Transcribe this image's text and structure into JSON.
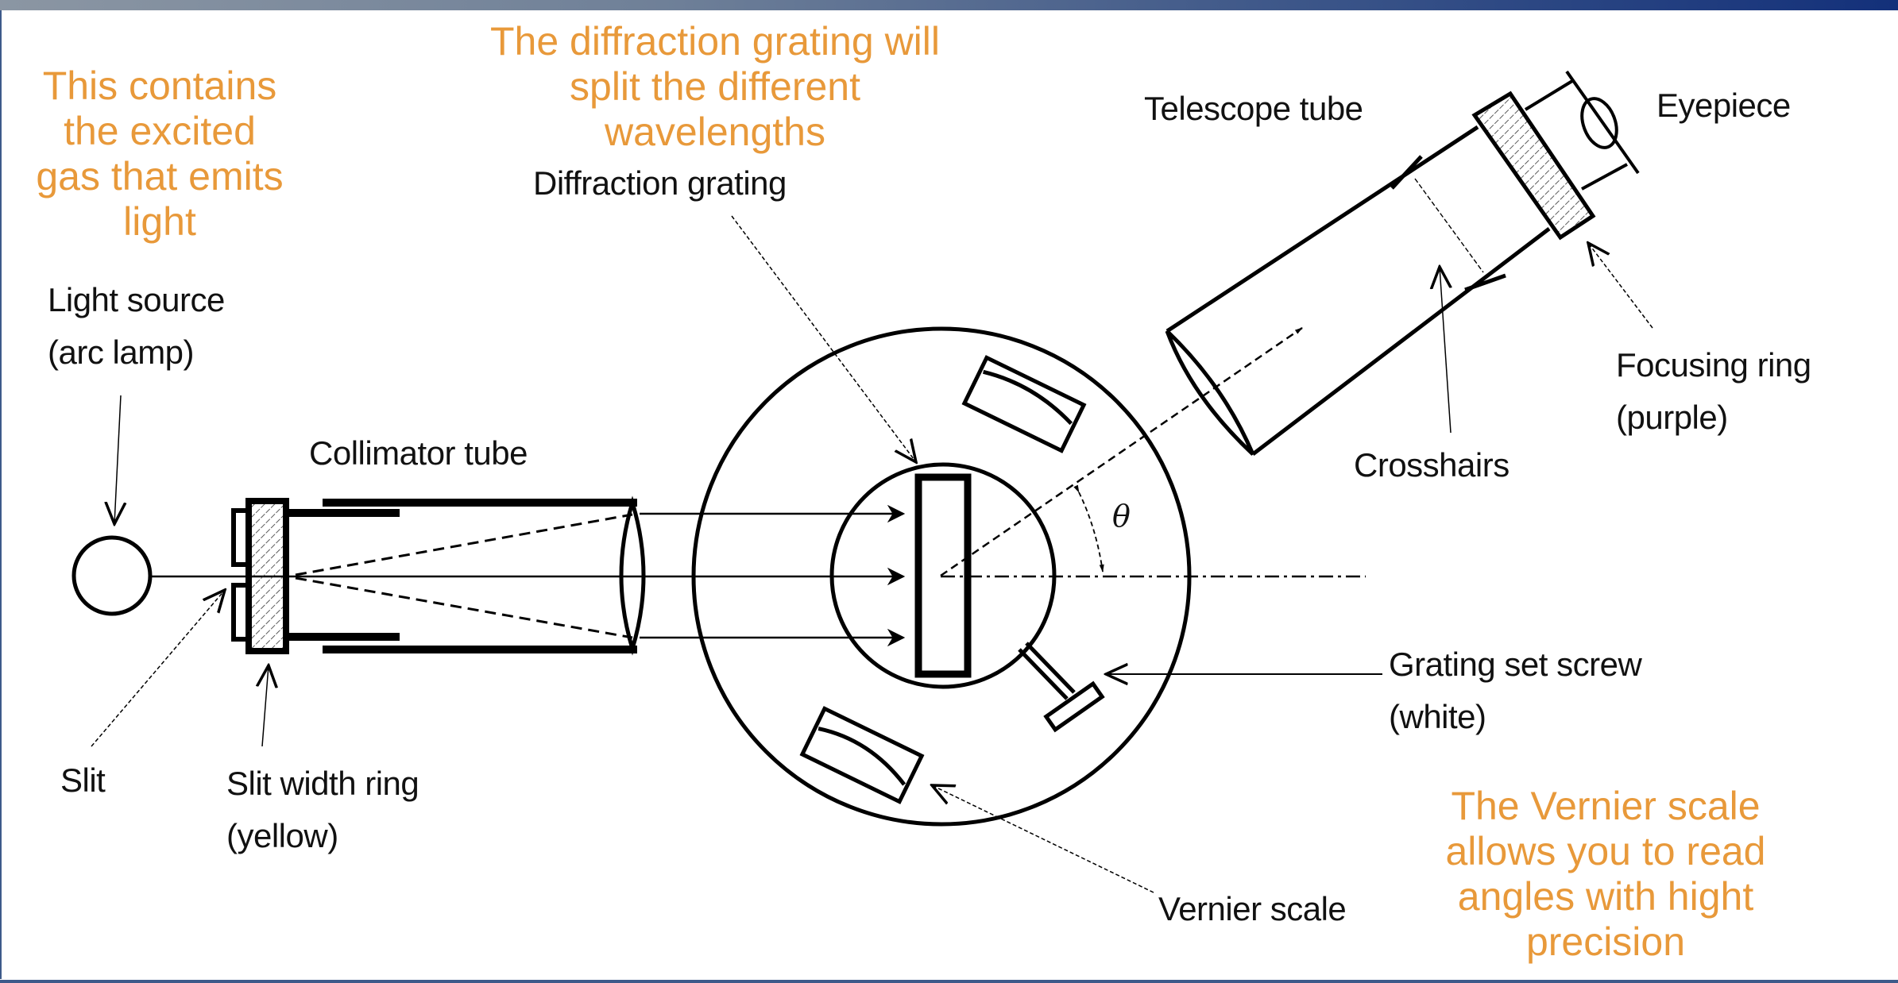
{
  "slide": {
    "accent_bar_color_start": "#8b96a3",
    "accent_bar_color_end": "#13307a",
    "annotation_color": "#e8993a"
  },
  "annotations": {
    "light_source_note": "This contains\nthe excited\ngas that emits\nlight",
    "grating_note": "The diffraction grating will\nsplit the different\nwavelengths",
    "vernier_note": "The Vernier scale\nallows you to read\nangles with hight\nprecision"
  },
  "labels": {
    "light_source": "Light source\n(arc lamp)",
    "collimator_tube": "Collimator tube",
    "diffraction_grating": "Diffraction grating",
    "telescope_tube": "Telescope tube",
    "eyepiece": "Eyepiece",
    "focusing_ring": "Focusing ring\n(purple)",
    "crosshairs": "Crosshairs",
    "grating_set_screw": "Grating set screw\n(white)",
    "slit": "Slit",
    "slit_width_ring": "Slit width ring\n(yellow)",
    "vernier_scale": "Vernier scale",
    "angle_symbol": "θ"
  },
  "components": [
    {
      "id": "light-source",
      "icon": "circle-lamp-icon"
    },
    {
      "id": "slit",
      "icon": "slit-jaws-icon"
    },
    {
      "id": "slit-width-ring",
      "icon": "hatched-ring-icon"
    },
    {
      "id": "collimator-tube",
      "icon": "tube-icon"
    },
    {
      "id": "collimator-lens",
      "icon": "lens-icon"
    },
    {
      "id": "spectrometer-table",
      "icon": "circle-table-icon"
    },
    {
      "id": "diffraction-grating",
      "icon": "grating-rect-icon"
    },
    {
      "id": "grating-set-screw",
      "icon": "screw-icon"
    },
    {
      "id": "vernier-windows",
      "icon": "vernier-window-icon"
    },
    {
      "id": "telescope-tube",
      "icon": "tube-icon"
    },
    {
      "id": "focusing-ring",
      "icon": "hatched-ring-icon"
    },
    {
      "id": "eyepiece",
      "icon": "eyepiece-icon"
    }
  ]
}
